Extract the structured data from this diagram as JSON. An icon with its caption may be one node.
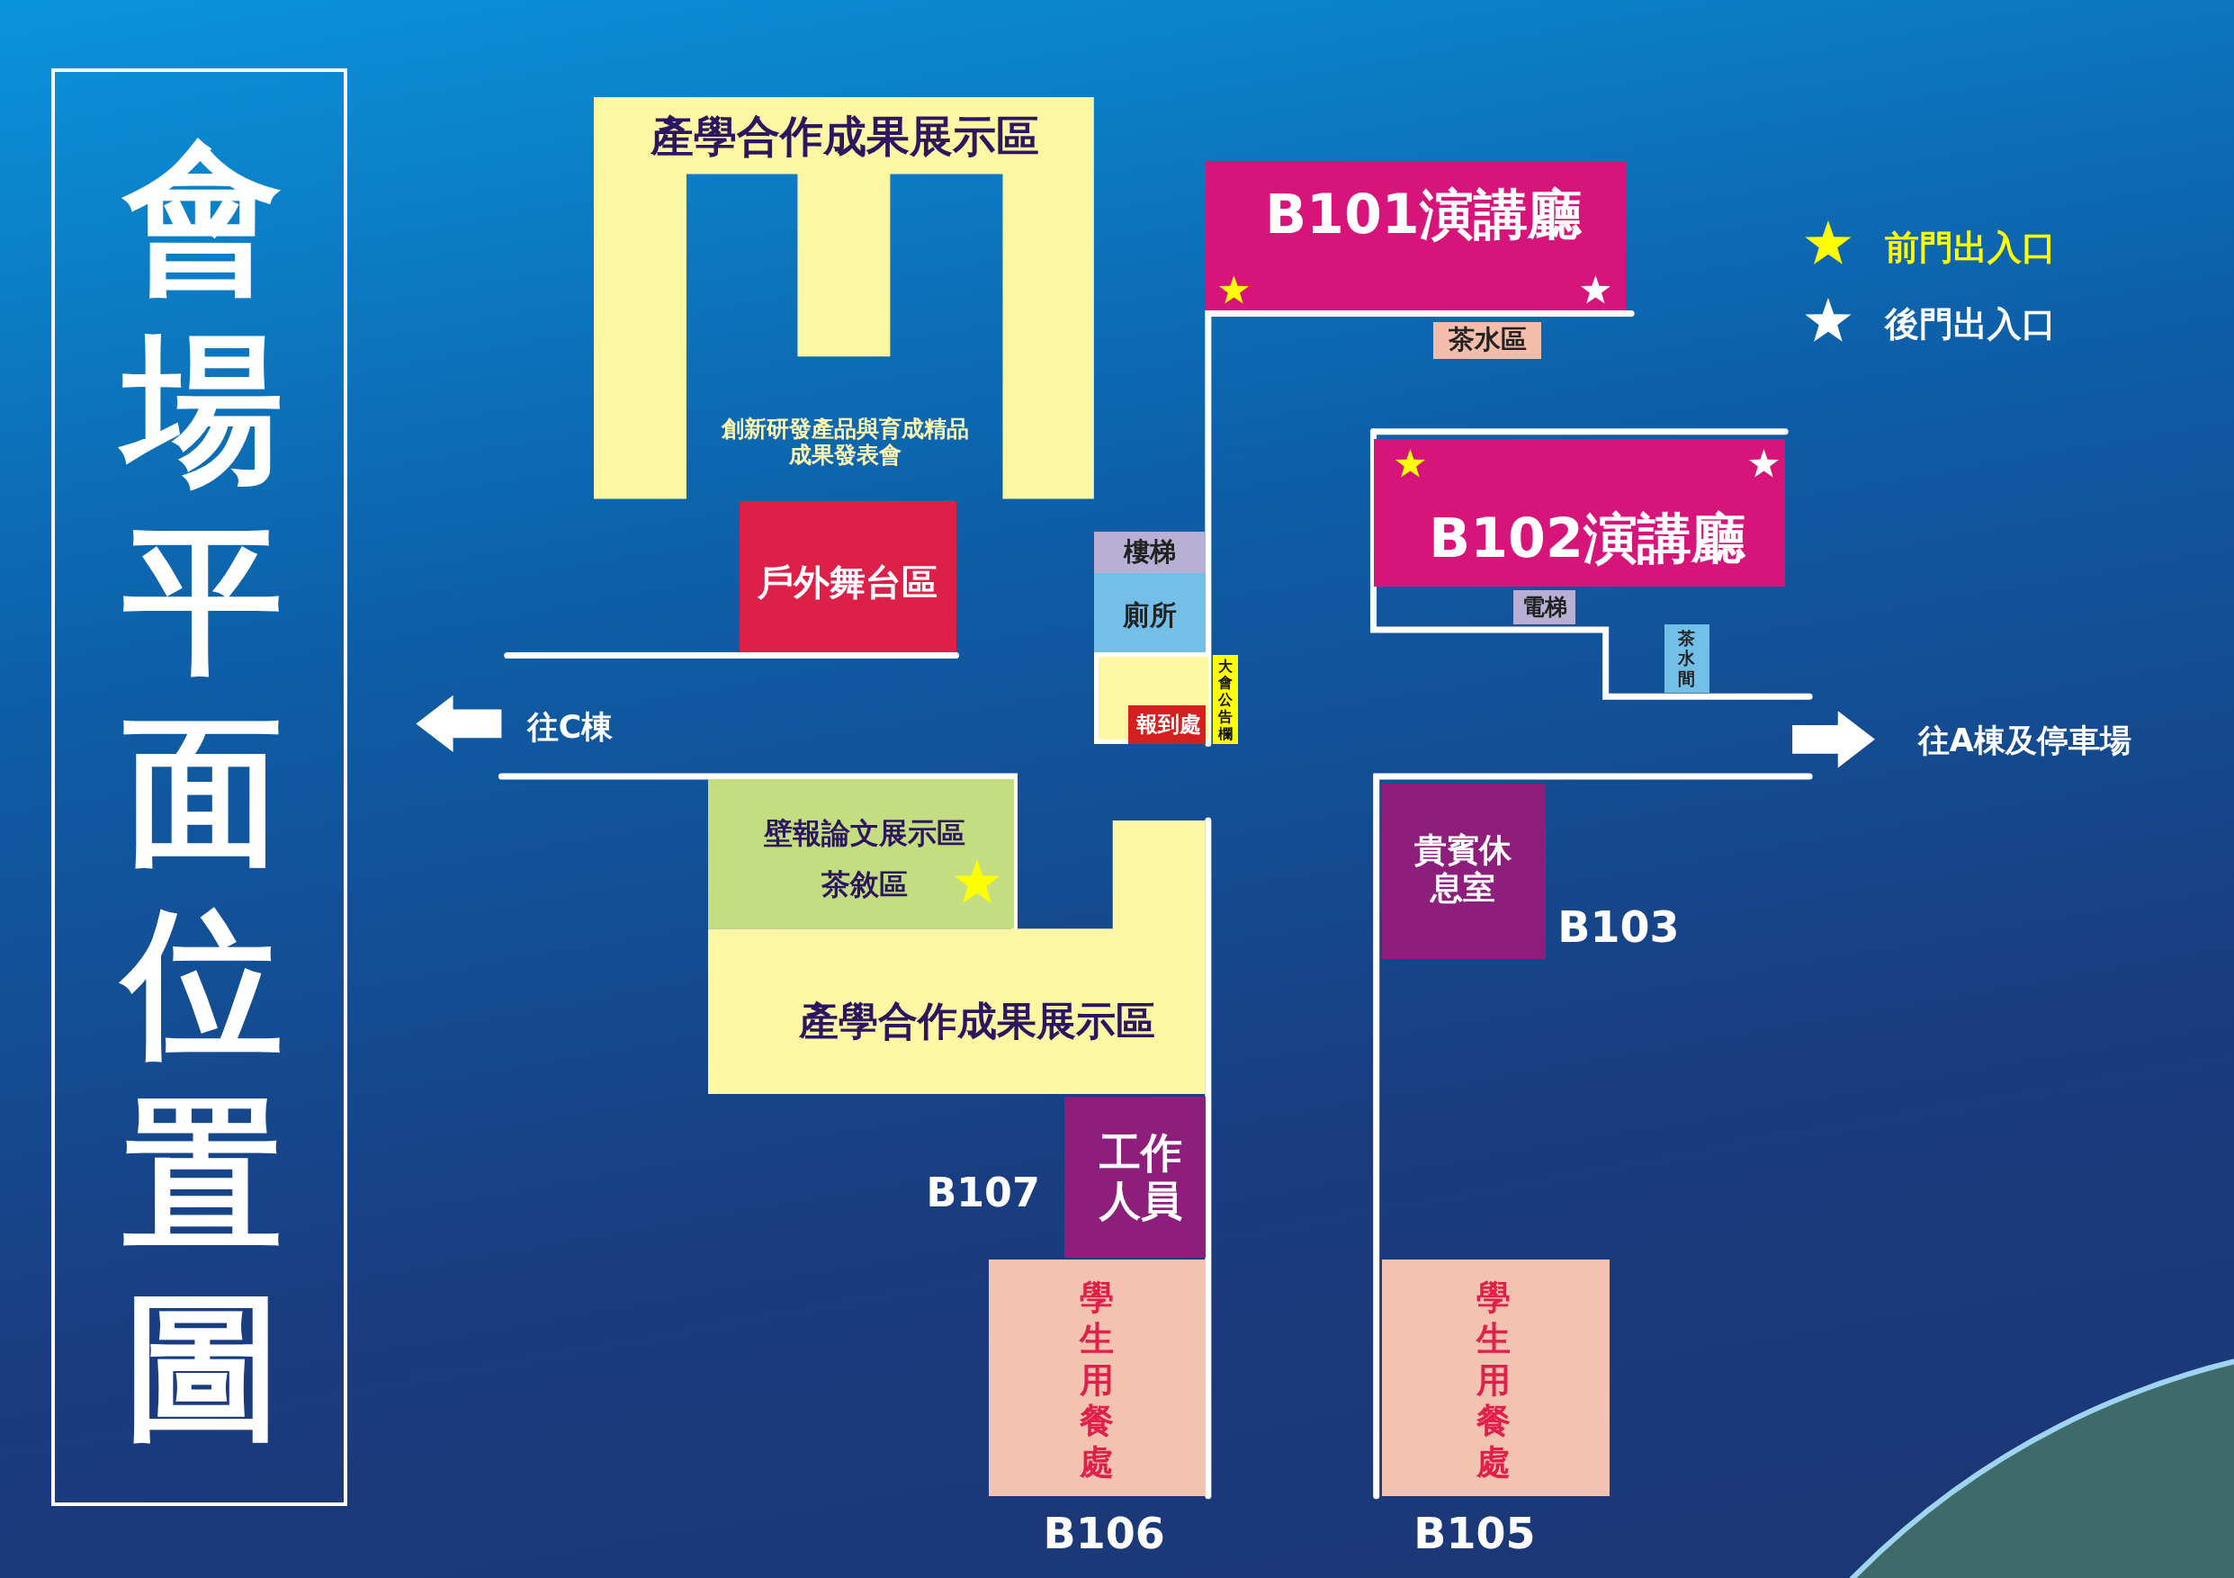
{
  "diagram": {
    "nodes": [
      {
        "text": [
          "會場平面位置圖"
        ]
      },
      {
        "text": [
          "產學合作成果展示區",
          "創新研發產品與育成精品成果發表會"
        ]
      },
      {
        "text": [
          "戶外舞台區"
        ]
      },
      {
        "text": [
          "B101演講廳"
        ]
      },
      {
        "text": [
          "茶水區"
        ]
      },
      {
        "text": [
          "B102演講廳"
        ]
      },
      {
        "text": [
          "電梯"
        ]
      },
      {
        "text": [
          "茶水間"
        ]
      },
      {
        "text": [
          "樓梯"
        ]
      },
      {
        "text": [
          "廁所"
        ]
      },
      {
        "text": [],
        "shape": "box"
      },
      {
        "text": [
          "報到處"
        ],
        "in": 10
      },
      {
        "text": [
          "大會公告欄"
        ]
      },
      {
        "text": [
          "壁報論文展示區",
          "茶敘區"
        ]
      },
      {
        "text": [
          "產學合作成果展示區"
        ]
      },
      {
        "text": [
          "工作人員"
        ],
        "beside": [
          "B107"
        ]
      },
      {
        "text": [
          "學生用餐處"
        ],
        "beside": [
          "B106"
        ]
      },
      {
        "text": [
          "貴賓休息室"
        ],
        "beside": [
          "B103"
        ]
      },
      {
        "text": [
          "學生用餐處"
        ],
        "beside": [
          "B105"
        ]
      }
    ],
    "labels": [
      "往C棟",
      "往A棟及停車場"
    ],
    "legend": [
      {
        "text": "前門出入口"
      },
      {
        "text": "後門出入口"
      }
    ]
  }
}
